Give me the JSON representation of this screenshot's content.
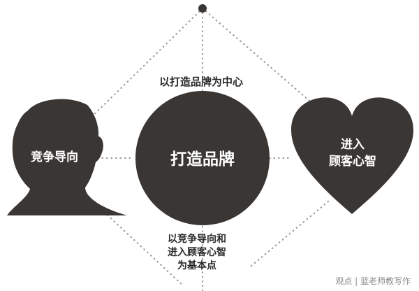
{
  "diagram": {
    "top_caption": "以打造品牌为中心",
    "center_label": "打造品牌",
    "left_label": "竞争导向",
    "right_label_lines": [
      "进入",
      "顾客心智"
    ],
    "bottom_caption_lines": [
      "以竞争导向和",
      "进入顾客心智",
      "为基本点"
    ]
  },
  "watermark": {
    "text": "观点 | 蓝老师教写作"
  },
  "colors": {
    "shape_fill": "#3a3633",
    "dotted_line": "#9a9a9a",
    "label_text": "#2a2a2a",
    "shape_text": "#ffffff"
  }
}
